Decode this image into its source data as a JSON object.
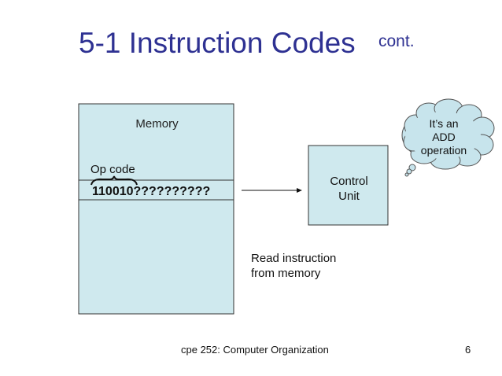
{
  "slide": {
    "title": "5-1 Instruction Codes",
    "title_suffix": "cont.",
    "memory_label": "Memory",
    "opcode_label": "Op code",
    "instruction_bits": "110010??????????",
    "control_unit_line1": "Control",
    "control_unit_line2": "Unit",
    "read_line1": "Read instruction",
    "read_line2": "from memory",
    "thought_line1": "It’s an",
    "thought_line2": "ADD",
    "thought_line3": "operation",
    "footer": "cpe 252: Computer Organization",
    "page_number": "6"
  },
  "colors": {
    "title": "#2e3192",
    "box_fill": "#cfe9ee",
    "cloud_fill": "#c7e4ec"
  }
}
